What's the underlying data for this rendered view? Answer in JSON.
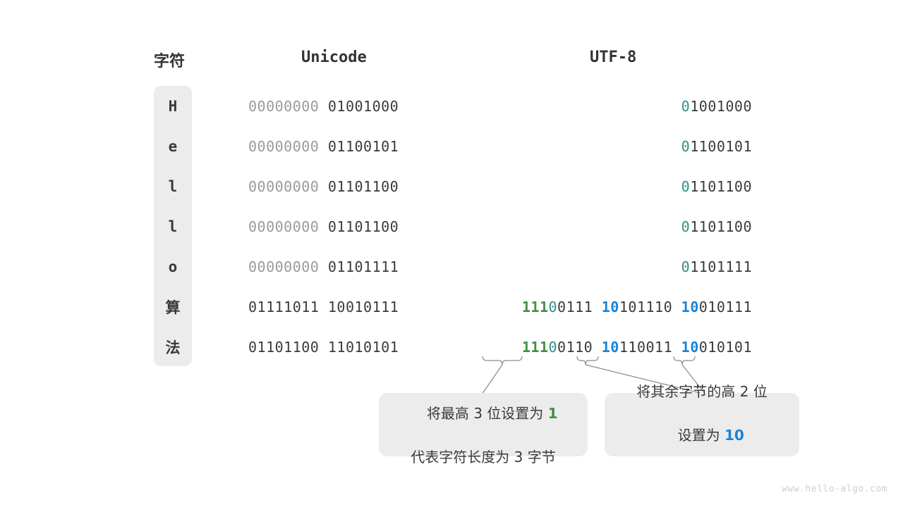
{
  "headers": {
    "char": "字符",
    "unicode": "Unicode",
    "utf8": "UTF-8"
  },
  "colors": {
    "strip_bg": "#ececec",
    "dim_text": "#9a9a9a",
    "dark_text": "#3a3a3a",
    "teal": "#2e9184",
    "green": "#3f9140",
    "blue": "#1884d8",
    "callout_bg": "#ececec",
    "connector_line": "#8c8c8c",
    "watermark": "#cfcfcf"
  },
  "rows": [
    {
      "char": "H",
      "unicode_high": "00000000",
      "unicode_low": "01001000",
      "utf8_parts": [
        {
          "text": "0",
          "style": "teal"
        },
        {
          "text": "1001000",
          "style": "dark"
        }
      ]
    },
    {
      "char": "e",
      "unicode_high": "00000000",
      "unicode_low": "01100101",
      "utf8_parts": [
        {
          "text": "0",
          "style": "teal"
        },
        {
          "text": "1100101",
          "style": "dark"
        }
      ]
    },
    {
      "char": "l",
      "unicode_high": "00000000",
      "unicode_low": "01101100",
      "utf8_parts": [
        {
          "text": "0",
          "style": "teal"
        },
        {
          "text": "1101100",
          "style": "dark"
        }
      ]
    },
    {
      "char": "l",
      "unicode_high": "00000000",
      "unicode_low": "01101100",
      "utf8_parts": [
        {
          "text": "0",
          "style": "teal"
        },
        {
          "text": "1101100",
          "style": "dark"
        }
      ]
    },
    {
      "char": "o",
      "unicode_high": "00000000",
      "unicode_low": "01101111",
      "utf8_parts": [
        {
          "text": "0",
          "style": "teal"
        },
        {
          "text": "1101111",
          "style": "dark"
        }
      ]
    },
    {
      "char": "算",
      "unicode_high": "01111011",
      "unicode_low": "10010111",
      "unicode_high_dim": false,
      "utf8_parts": [
        {
          "text": "111",
          "style": "green"
        },
        {
          "text": "0",
          "style": "teal"
        },
        {
          "text": "0111 ",
          "style": "dark"
        },
        {
          "text": "10",
          "style": "blue"
        },
        {
          "text": "101110 ",
          "style": "dark"
        },
        {
          "text": "10",
          "style": "blue"
        },
        {
          "text": "010111",
          "style": "dark"
        }
      ]
    },
    {
      "char": "法",
      "unicode_high": "01101100",
      "unicode_low": "11010101",
      "unicode_high_dim": false,
      "utf8_parts": [
        {
          "text": "111",
          "style": "green"
        },
        {
          "text": "0",
          "style": "teal"
        },
        {
          "text": "0110 ",
          "style": "dark"
        },
        {
          "text": "10",
          "style": "blue"
        },
        {
          "text": "110011 ",
          "style": "dark"
        },
        {
          "text": "10",
          "style": "blue"
        },
        {
          "text": "010101",
          "style": "dark"
        }
      ]
    }
  ],
  "callouts": [
    {
      "id": "callout-1",
      "line1_pre": "将最高 3 位设置为 ",
      "line1_highlight": "1",
      "line1_highlight_style": "green",
      "line2": "代表字符长度为 3 字节"
    },
    {
      "id": "callout-2",
      "line1": "将其余字节的高 2 位",
      "line2_pre": "设置为 ",
      "line2_highlight": "10",
      "line2_highlight_style": "blue"
    }
  ],
  "watermark": "www.hello-algo.com"
}
